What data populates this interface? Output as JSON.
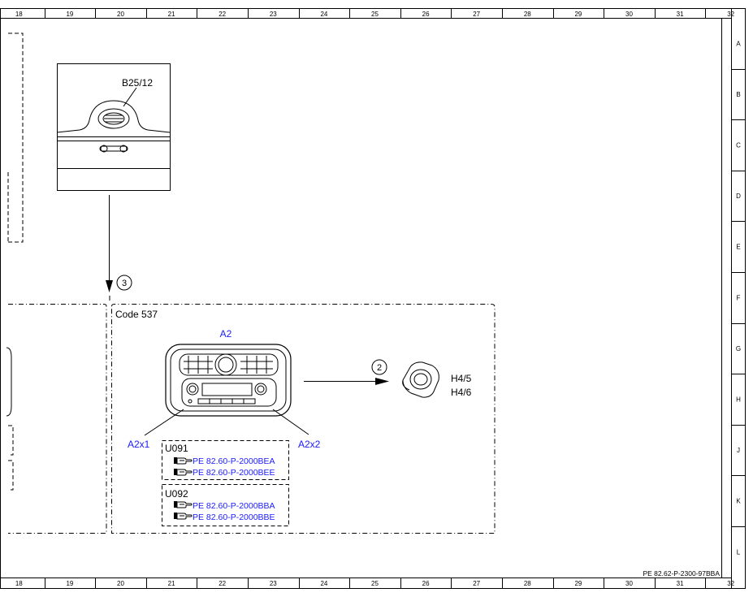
{
  "ruler_columns": [
    "18",
    "19",
    "20",
    "21",
    "22",
    "23",
    "24",
    "25",
    "26",
    "27",
    "28",
    "29",
    "30",
    "31",
    "32"
  ],
  "ruler_rows": [
    "A",
    "B",
    "C",
    "D",
    "E",
    "F",
    "G",
    "H",
    "J",
    "K",
    "L"
  ],
  "component_top": {
    "label": "B25/12"
  },
  "connector_marker": "3",
  "zone": {
    "code_label": "Code 537"
  },
  "radio": {
    "label": "A2",
    "left_connector": "A2x1",
    "right_connector": "A2x2"
  },
  "speaker": {
    "marker": "2",
    "labels": [
      "H4/5",
      "H4/6"
    ]
  },
  "variants": [
    {
      "code": "U091",
      "links": [
        "PE 82.60-P-2000BEA",
        "PE 82.60-P-2000BEE"
      ]
    },
    {
      "code": "U092",
      "links": [
        "PE 82.60-P-2000BBA",
        "PE 82.60-P-2000BBE"
      ]
    }
  ],
  "doc_id": "PE 82.62-P-2300-97BBA",
  "colors": {
    "link": "#1a1aff",
    "line": "#000000",
    "background": "#ffffff"
  }
}
